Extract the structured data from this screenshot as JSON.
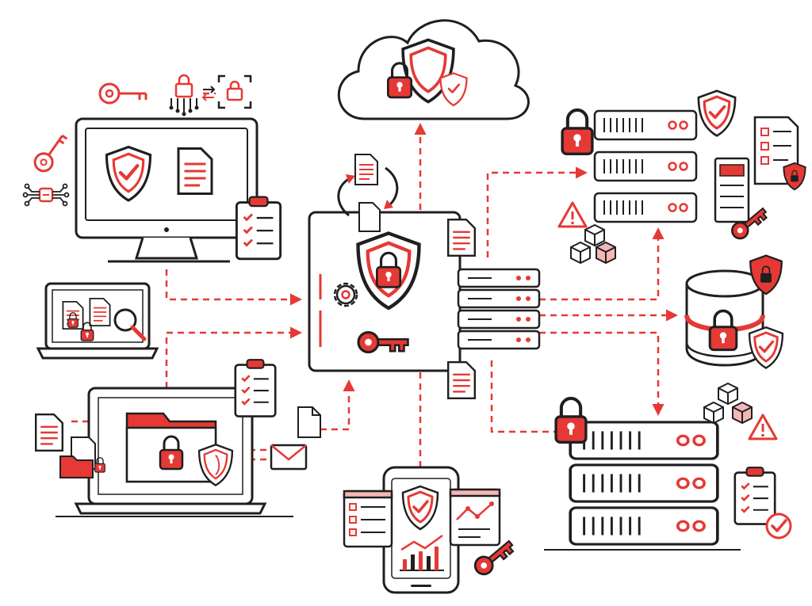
{
  "palette": {
    "accent": "#e53935",
    "ink": "#1f1f1f",
    "paper": "#ffffff",
    "light_accent": "#f4b7b5"
  },
  "nodes": [
    {
      "id": "desktop",
      "icons": [
        "monitor-icon",
        "shield-check-icon",
        "document-icon",
        "clipboard-checklist-icon"
      ]
    },
    {
      "id": "laptop-small",
      "icons": [
        "laptop-icon",
        "locked-document-icon",
        "magnifier-icon"
      ]
    },
    {
      "id": "laptop-large",
      "icons": [
        "laptop-icon",
        "folder-icon",
        "padlock-icon",
        "shield-icon",
        "email-icon"
      ]
    },
    {
      "id": "cloud",
      "icons": [
        "cloud-icon",
        "shield-icon",
        "padlock-icon",
        "shield-check-icon"
      ]
    },
    {
      "id": "central-hub",
      "icons": [
        "document-icon",
        "sync-arrows-icon",
        "shield-lock-icon",
        "gear-icon",
        "key-icon",
        "server-rack-icon"
      ]
    },
    {
      "id": "mobile",
      "icons": [
        "smartphone-icon",
        "shield-check-icon",
        "bar-chart-icon",
        "key-icon"
      ]
    },
    {
      "id": "server-top",
      "icons": [
        "server-icon",
        "padlock-icon",
        "shield-check-icon",
        "warning-icon",
        "blocks-icon",
        "key-icon"
      ]
    },
    {
      "id": "database",
      "icons": [
        "database-icon",
        "padlock-icon",
        "shield-icon"
      ]
    },
    {
      "id": "server-bottom",
      "icons": [
        "server-icon",
        "padlock-icon",
        "warning-icon",
        "blocks-icon",
        "clipboard-checklist-icon"
      ]
    }
  ],
  "links": [
    {
      "from": "desktop",
      "to": "central-hub"
    },
    {
      "from": "laptop-large",
      "to": "central-hub"
    },
    {
      "from": "central-hub",
      "to": "cloud"
    },
    {
      "from": "central-hub",
      "to": "server-top"
    },
    {
      "from": "central-hub",
      "to": "database"
    },
    {
      "from": "central-hub",
      "to": "server-bottom"
    },
    {
      "from": "mobile",
      "to": "central-hub"
    }
  ]
}
